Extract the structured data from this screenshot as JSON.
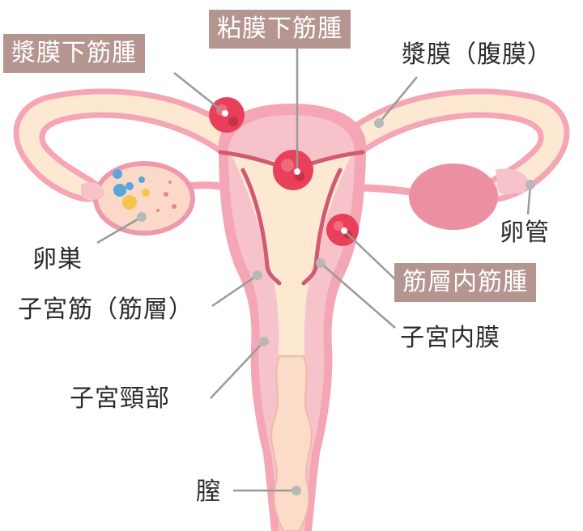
{
  "colors": {
    "outer_pink": "#f4a6b4",
    "body_pink": "#f5c8cf",
    "inner_cream": "#fde8d2",
    "muscle_line": "#d05a72",
    "fibroid_red": "#e8405a",
    "ovary_pink": "#ee9aaa",
    "callout_bg": "#b49590",
    "pointer_gray": "#9a9a9a"
  },
  "tags": {
    "subserosal": "漿膜下筋腫",
    "submucosal": "粘膜下筋腫",
    "intramural": "筋層内筋腫"
  },
  "labels": {
    "serosa": "漿膜（腹膜）",
    "ovary": "卵巣",
    "fallopian_tube": "卵管",
    "myometrium": "子宮筋（筋層）",
    "endometrium": "子宮内膜",
    "cervix": "子宮頸部",
    "vagina": "膣"
  }
}
